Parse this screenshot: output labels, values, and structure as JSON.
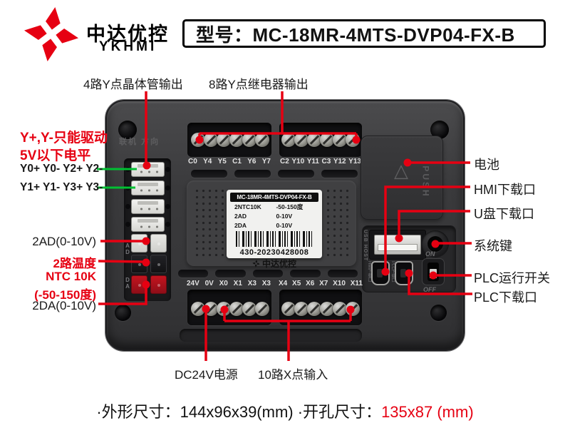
{
  "brand": {
    "name": "中达优控",
    "sub": "YKHMI"
  },
  "model_bar": {
    "label": "型号：MC-18MR-4MTS-DVP04-FX-B"
  },
  "callouts": {
    "top": [
      "4路Y点晶体管输出",
      "8路Y点继电器输出"
    ],
    "left": {
      "warning_line1": "Y+,Y-只能驱动",
      "warning_line2": "5V以下电平",
      "y_row1": "Y0+ Y0- Y2+ Y2-",
      "y_row2": "Y1+ Y1- Y3+ Y3-",
      "ad": "2AD(0-10V)",
      "temp_line1": "2路温度",
      "temp_line2": "NTC 10K",
      "temp_line3": "(-50-150度)",
      "da": "2DA(0-10V)"
    },
    "right": [
      "电池",
      "HMI下载口",
      "U盘下载口",
      "系统键",
      "PLC运行开关",
      "PLC下载口"
    ],
    "bottom": [
      "DC24V电源",
      "10路X点输入"
    ]
  },
  "device": {
    "imprint_top_left": "联机 方向",
    "battery_push": "PUSH",
    "usb_host": "USB HOST",
    "hmi_port_label": "HMI下载口",
    "plc_port_label": "PLC下载口",
    "switch_on": "ON",
    "switch_off": "OFF",
    "side_letters_ad": "A D",
    "side_letters_da": "D A",
    "terminals": {
      "top_left": [
        "C0",
        "Y4",
        "Y5",
        "C1",
        "Y6",
        "Y7"
      ],
      "top_right": [
        "C2",
        "Y10",
        "Y11",
        "C3",
        "Y12",
        "Y13"
      ],
      "bottom_left": [
        "24V",
        "0V",
        "X0",
        "X1",
        "X3",
        "X3"
      ],
      "bottom_right": [
        "X4",
        "X5",
        "X6",
        "X7",
        "X10",
        "X11"
      ]
    },
    "sticker": {
      "title": "MC-18MR-4MTS-DVP04-FX-B",
      "rows": [
        [
          "2NTC10K",
          "-50-150度"
        ],
        [
          "2AD",
          "0-10V"
        ],
        [
          "2DA",
          "0-10V"
        ]
      ],
      "serial": "430-20230428008",
      "brand": "中达优控"
    }
  },
  "footer": {
    "part1": "·外形尺寸：144x96x39(mm)",
    "part2": " ·开孔尺寸：",
    "part3_red": "135x87 (mm)"
  },
  "colors": {
    "accent_red": "#e60012",
    "line_green": "#00c032",
    "case_gray": "#3a3a3c"
  }
}
